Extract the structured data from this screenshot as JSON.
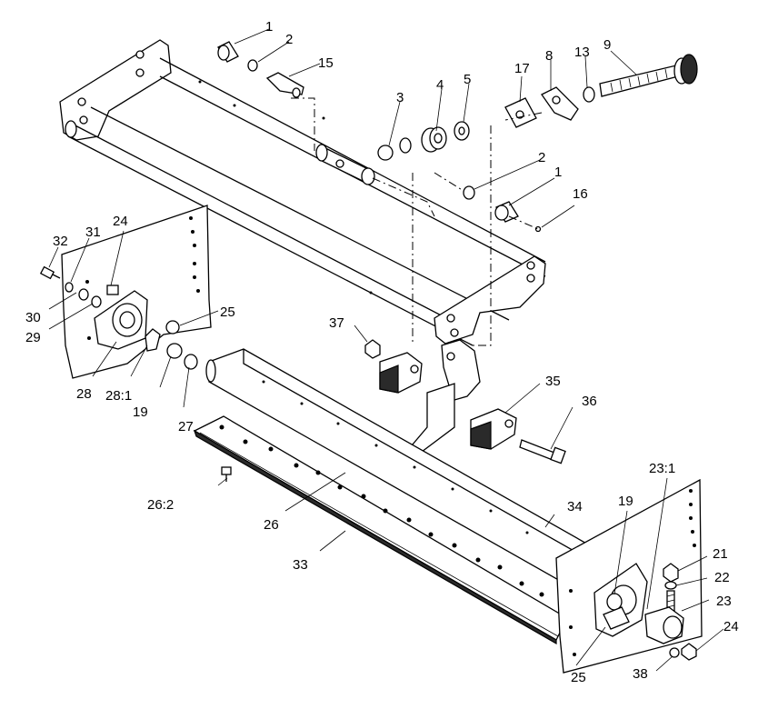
{
  "labels": [
    {
      "text": "1"
    },
    {
      "text": "2"
    },
    {
      "text": "15"
    },
    {
      "text": "3"
    },
    {
      "text": "4"
    },
    {
      "text": "5"
    },
    {
      "text": "17"
    },
    {
      "text": "8"
    },
    {
      "text": "13"
    },
    {
      "text": "9"
    },
    {
      "text": "2"
    },
    {
      "text": "1"
    },
    {
      "text": "16"
    },
    {
      "text": "32"
    },
    {
      "text": "31"
    },
    {
      "text": "24"
    },
    {
      "text": "30"
    },
    {
      "text": "29"
    },
    {
      "text": "25"
    },
    {
      "text": "37"
    },
    {
      "text": "28"
    },
    {
      "text": "28:1"
    },
    {
      "text": "19"
    },
    {
      "text": "27"
    },
    {
      "text": "35"
    },
    {
      "text": "36"
    },
    {
      "text": "26:2"
    },
    {
      "text": "26"
    },
    {
      "text": "33"
    },
    {
      "text": "34"
    },
    {
      "text": "19"
    },
    {
      "text": "23:1"
    },
    {
      "text": "21"
    },
    {
      "text": "22"
    },
    {
      "text": "23"
    },
    {
      "text": "24"
    },
    {
      "text": "25"
    },
    {
      "text": "38"
    }
  ]
}
